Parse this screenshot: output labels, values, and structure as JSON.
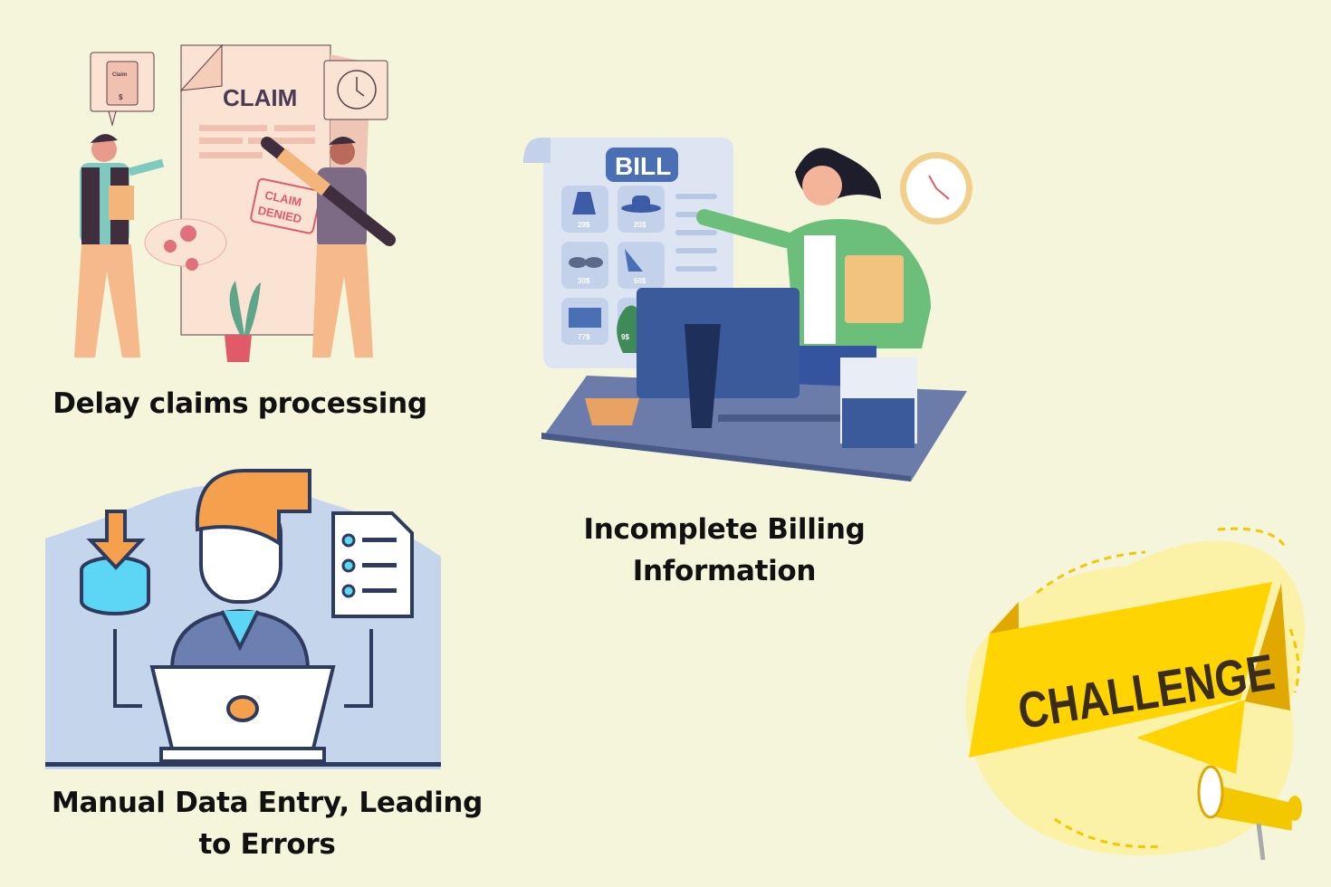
{
  "claims": {
    "caption": "Delay claims processing",
    "doc_title": "CLAIM",
    "stamp": [
      "CLAIM",
      "DENIED"
    ],
    "bubble_label": "Claim",
    "bubble_symbol": "$"
  },
  "billing": {
    "caption_line1": "Incomplete Billing",
    "caption_line2": "Information",
    "bill_title": "BILL",
    "prices": [
      "29$",
      "20$",
      "30$",
      "50$",
      "77$",
      "9$"
    ]
  },
  "data_entry": {
    "caption_line1": "Manual Data Entry, Leading",
    "caption_line2": "to Errors"
  },
  "challenge": {
    "label": "CHALLENGE"
  },
  "colors": {
    "background": "#f5f5dc",
    "challenge_yellow": "#ffd400",
    "bill_blue": "#4a6fb5",
    "claim_text": "#4b3a55"
  }
}
